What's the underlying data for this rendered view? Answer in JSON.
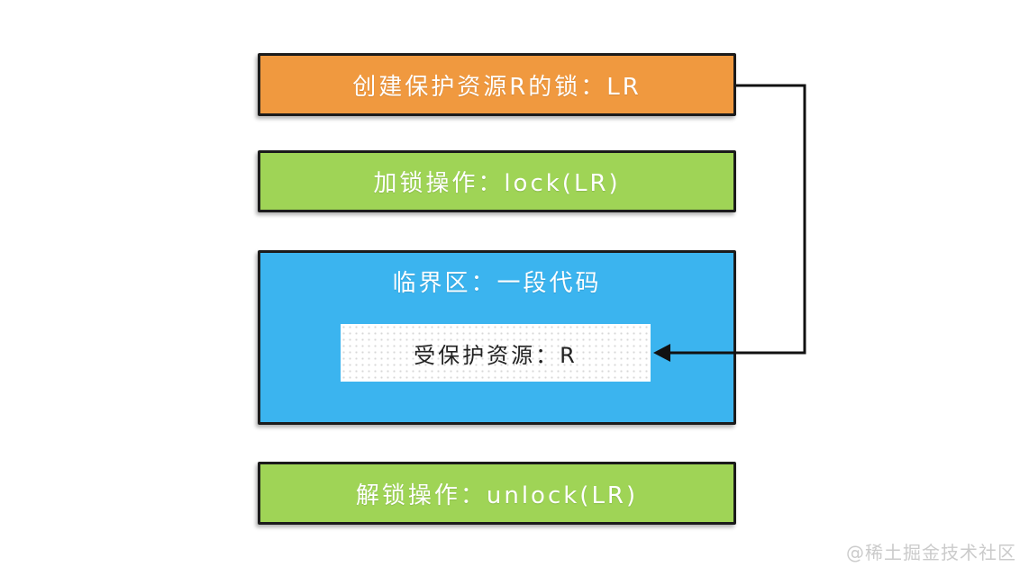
{
  "diagram": {
    "boxes": {
      "create_lock": {
        "label": "创建保护资源R的锁：LR",
        "fill": "#F0993F"
      },
      "lock_op": {
        "label": "加锁操作：lock(LR)",
        "fill": "#9FD456"
      },
      "critical_section": {
        "label": "临界区：一段代码",
        "fill": "#3BB4EF"
      },
      "protected_resource": {
        "label": "受保护资源：R",
        "fill": "#FFFFFF"
      },
      "unlock_op": {
        "label": "解锁操作：unlock(LR)",
        "fill": "#9FD456"
      }
    },
    "arrow": {
      "from": "create_lock",
      "to": "protected_resource",
      "color": "#111111"
    },
    "watermark": "@稀土掘金技术社区",
    "colors": {
      "background": "#FFFFFF",
      "border": "#1B1B1B",
      "box_text": "#FFFFFF",
      "resource_text": "#222222",
      "watermark": "#CBCBCB"
    }
  }
}
